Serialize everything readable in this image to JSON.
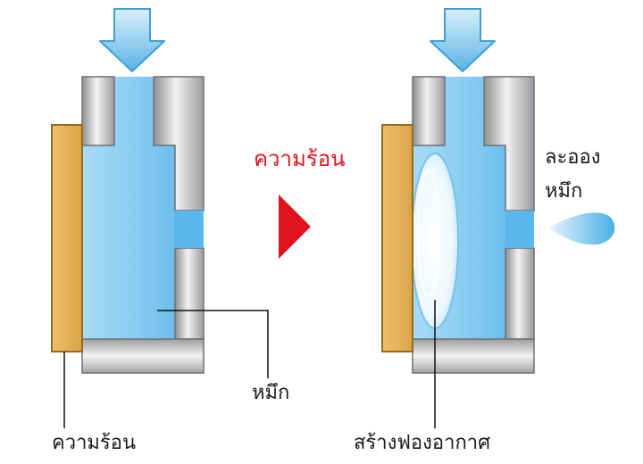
{
  "labels": {
    "heat_left": "ความร้อน",
    "ink": "หมึก",
    "heat_center": "ความร้อน",
    "bubble": "สร้างฟองอากาศ",
    "ink_droplet": "ละออง\nหมึก"
  },
  "colors": {
    "arrow": "#5ab3e6",
    "ink": "#8fd0f3",
    "heater": "#e3b45a",
    "heater_outline": "#9a6a1c",
    "nozzle": "#c9cacc",
    "highlight_arrow": "#e0141e"
  }
}
